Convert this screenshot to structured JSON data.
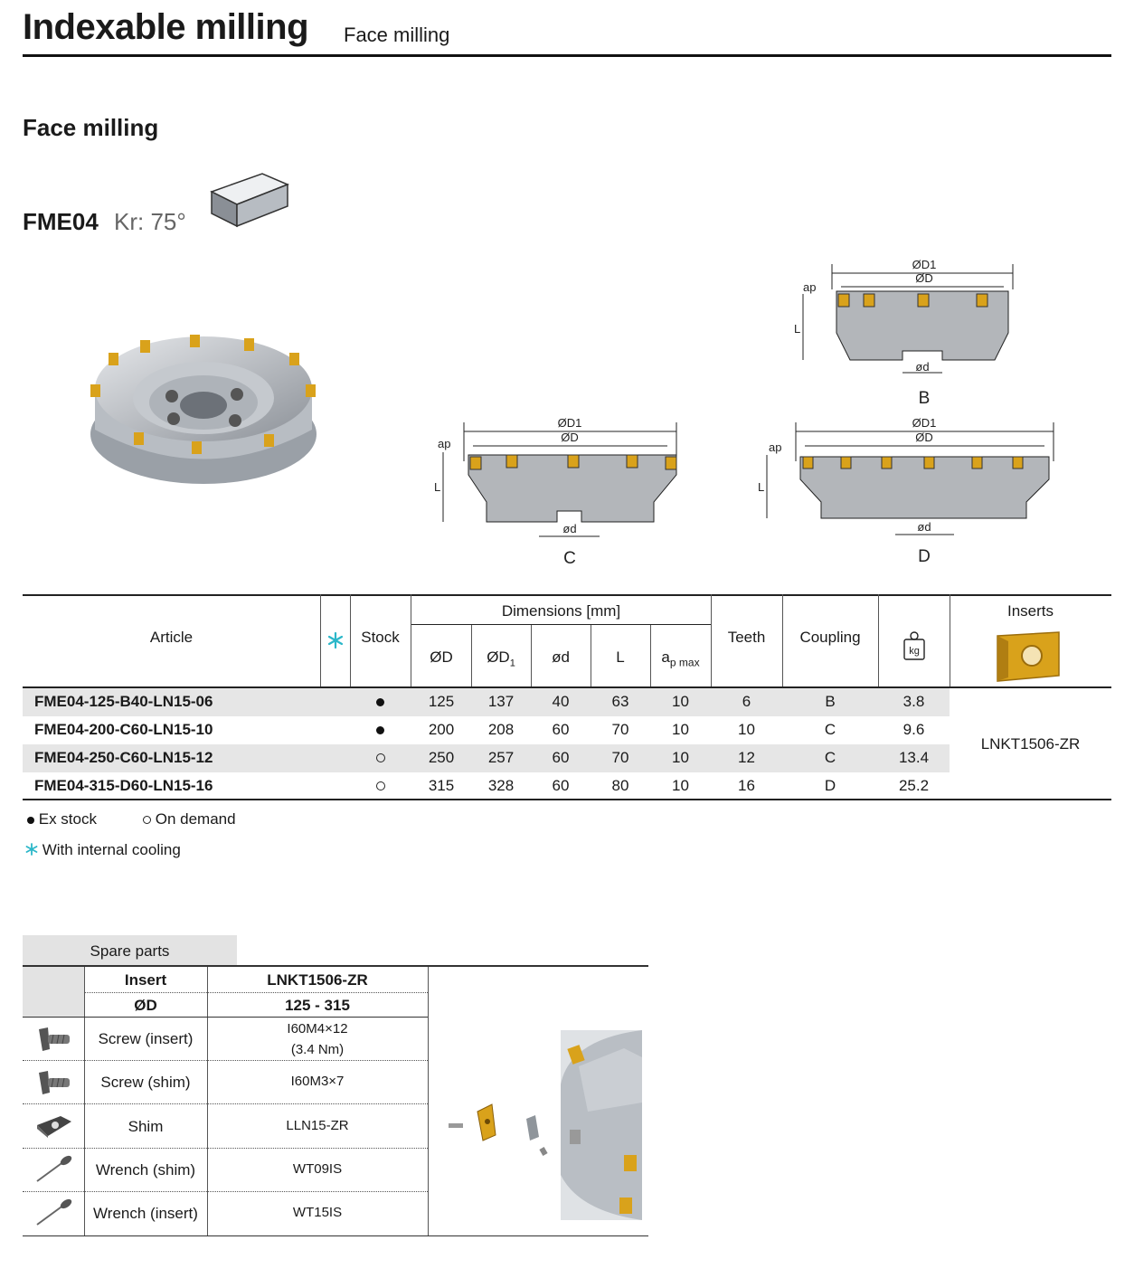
{
  "header": {
    "title": "Indexable milling",
    "subtitle": "Face milling"
  },
  "section_title": "Face milling",
  "model": {
    "code": "FME04",
    "kr": "Kr: 75°"
  },
  "diagram_labels": {
    "D1": "ØD1",
    "D": "ØD",
    "d": "ød",
    "ap": "ap",
    "L": "L",
    "variants": [
      "B",
      "C",
      "D"
    ]
  },
  "table": {
    "headers": {
      "article": "Article",
      "stock": "Stock",
      "dimensions": "Dimensions [mm]",
      "D": "ØD",
      "D1_base": "ØD",
      "D1_sub": "1",
      "d": "ød",
      "L": "L",
      "ap_base": "a",
      "ap_sub": "p max",
      "teeth": "Teeth",
      "coupling": "Coupling",
      "weight_icon_text": "kg",
      "inserts": "Inserts"
    },
    "rows": [
      {
        "article": "FME04-125-B40-LN15-06",
        "stock": "full",
        "D": "125",
        "D1": "137",
        "d": "40",
        "L": "63",
        "ap": "10",
        "teeth": "6",
        "coupling": "B",
        "kg": "3.8"
      },
      {
        "article": "FME04-200-C60-LN15-10",
        "stock": "full",
        "D": "200",
        "D1": "208",
        "d": "60",
        "L": "70",
        "ap": "10",
        "teeth": "10",
        "coupling": "C",
        "kg": "9.6"
      },
      {
        "article": "FME04-250-C60-LN15-12",
        "stock": "empty",
        "D": "250",
        "D1": "257",
        "d": "60",
        "L": "70",
        "ap": "10",
        "teeth": "12",
        "coupling": "C",
        "kg": "13.4"
      },
      {
        "article": "FME04-315-D60-LN15-16",
        "stock": "empty",
        "D": "315",
        "D1": "328",
        "d": "60",
        "L": "80",
        "ap": "10",
        "teeth": "16",
        "coupling": "D",
        "kg": "25.2"
      }
    ],
    "insert_code": "LNKT1506-ZR"
  },
  "legend": {
    "ex_stock": "Ex stock",
    "on_demand": "On demand",
    "cooling": "With internal cooling"
  },
  "spare_parts": {
    "title": "Spare parts",
    "header_insert_label": "Insert",
    "header_insert_value": "LNKT1506-ZR",
    "header_d_label": "ØD",
    "header_d_value": "125 - 315",
    "rows": [
      {
        "name": "Screw (insert)",
        "value": "I60M4×12",
        "value2": "(3.4 Nm)",
        "icon": "screw-icon"
      },
      {
        "name": "Screw (shim)",
        "value": "I60M3×7",
        "icon": "screw-icon"
      },
      {
        "name": "Shim",
        "value": "LLN15-ZR",
        "icon": "shim-icon"
      },
      {
        "name": "Wrench (shim)",
        "value": "WT09IS",
        "icon": "wrench-icon"
      },
      {
        "name": "Wrench (insert)",
        "value": "WT15IS",
        "icon": "wrench-icon"
      }
    ]
  },
  "colors": {
    "insert_gold": "#d9a21b",
    "cooling_teal": "#2bb7c9",
    "row_shade": "#e6e6e6",
    "spare_header": "#e3e3e3"
  }
}
